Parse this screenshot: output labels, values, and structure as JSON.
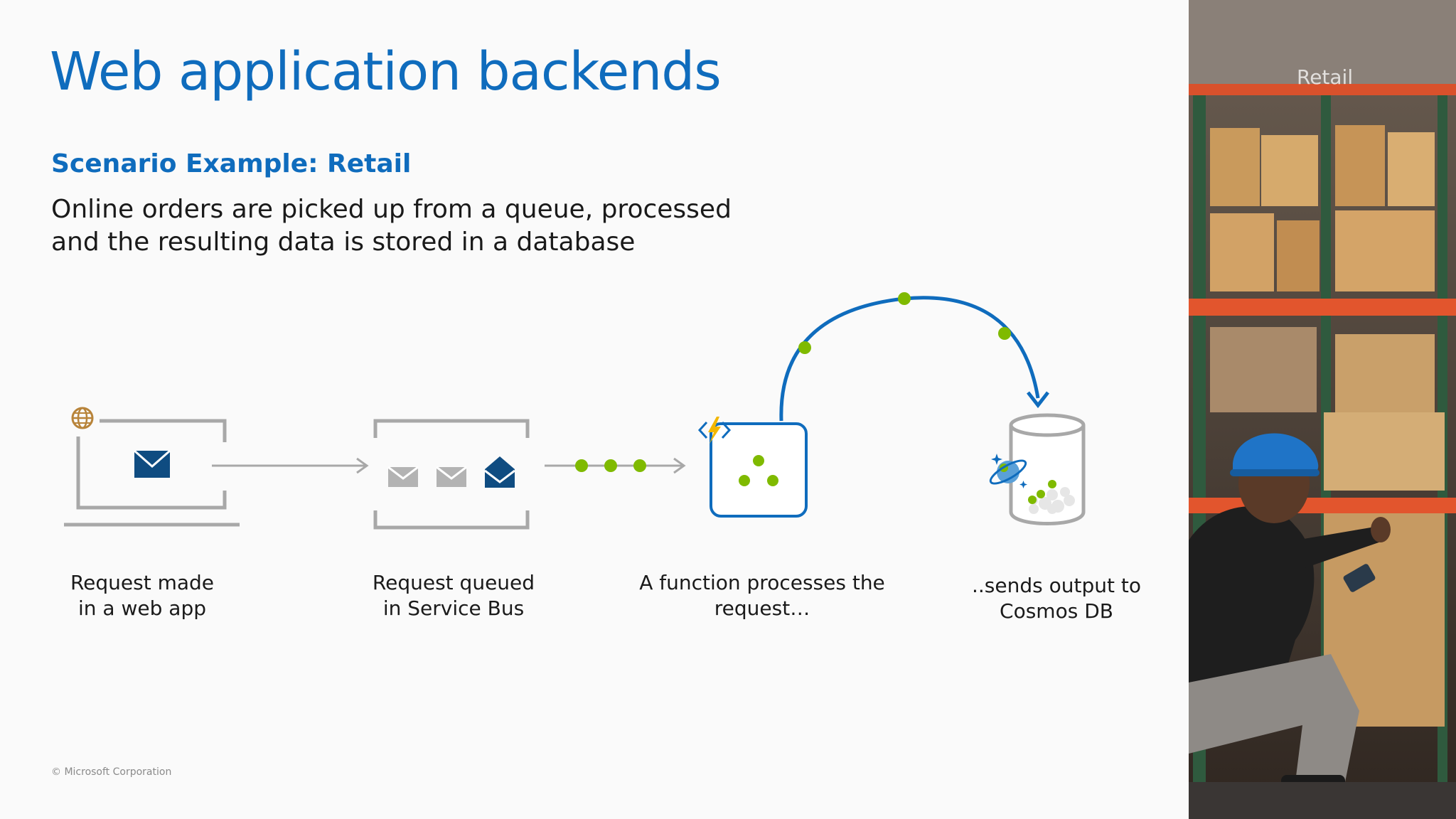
{
  "slide": {
    "title": "Web application backends",
    "subtitle": "Scenario Example: Retail",
    "description": "Online orders are picked up from a queue, processed and the resulting data is stored in a database",
    "copyright": "© Microsoft Corporation"
  },
  "diagram": {
    "steps": [
      {
        "line1": "Request made",
        "line2": "in a web app",
        "icon": "web-app-envelope-icon"
      },
      {
        "line1": "Request queued",
        "line2": "in Service Bus",
        "icon": "service-bus-queue-icon"
      },
      {
        "line1": "A function processes the",
        "line2": "request…",
        "icon": "azure-function-icon"
      },
      {
        "line1": "..sends output to",
        "line2": "Cosmos DB",
        "icon": "cosmos-db-icon"
      }
    ],
    "colors": {
      "accent_blue": "#0f6cbd",
      "navy": "#0f4c81",
      "green_dot": "#7fba00",
      "gray": "#a8a8a8",
      "lightning": "#f2b700"
    }
  },
  "photo": {
    "tag": "Retail"
  }
}
